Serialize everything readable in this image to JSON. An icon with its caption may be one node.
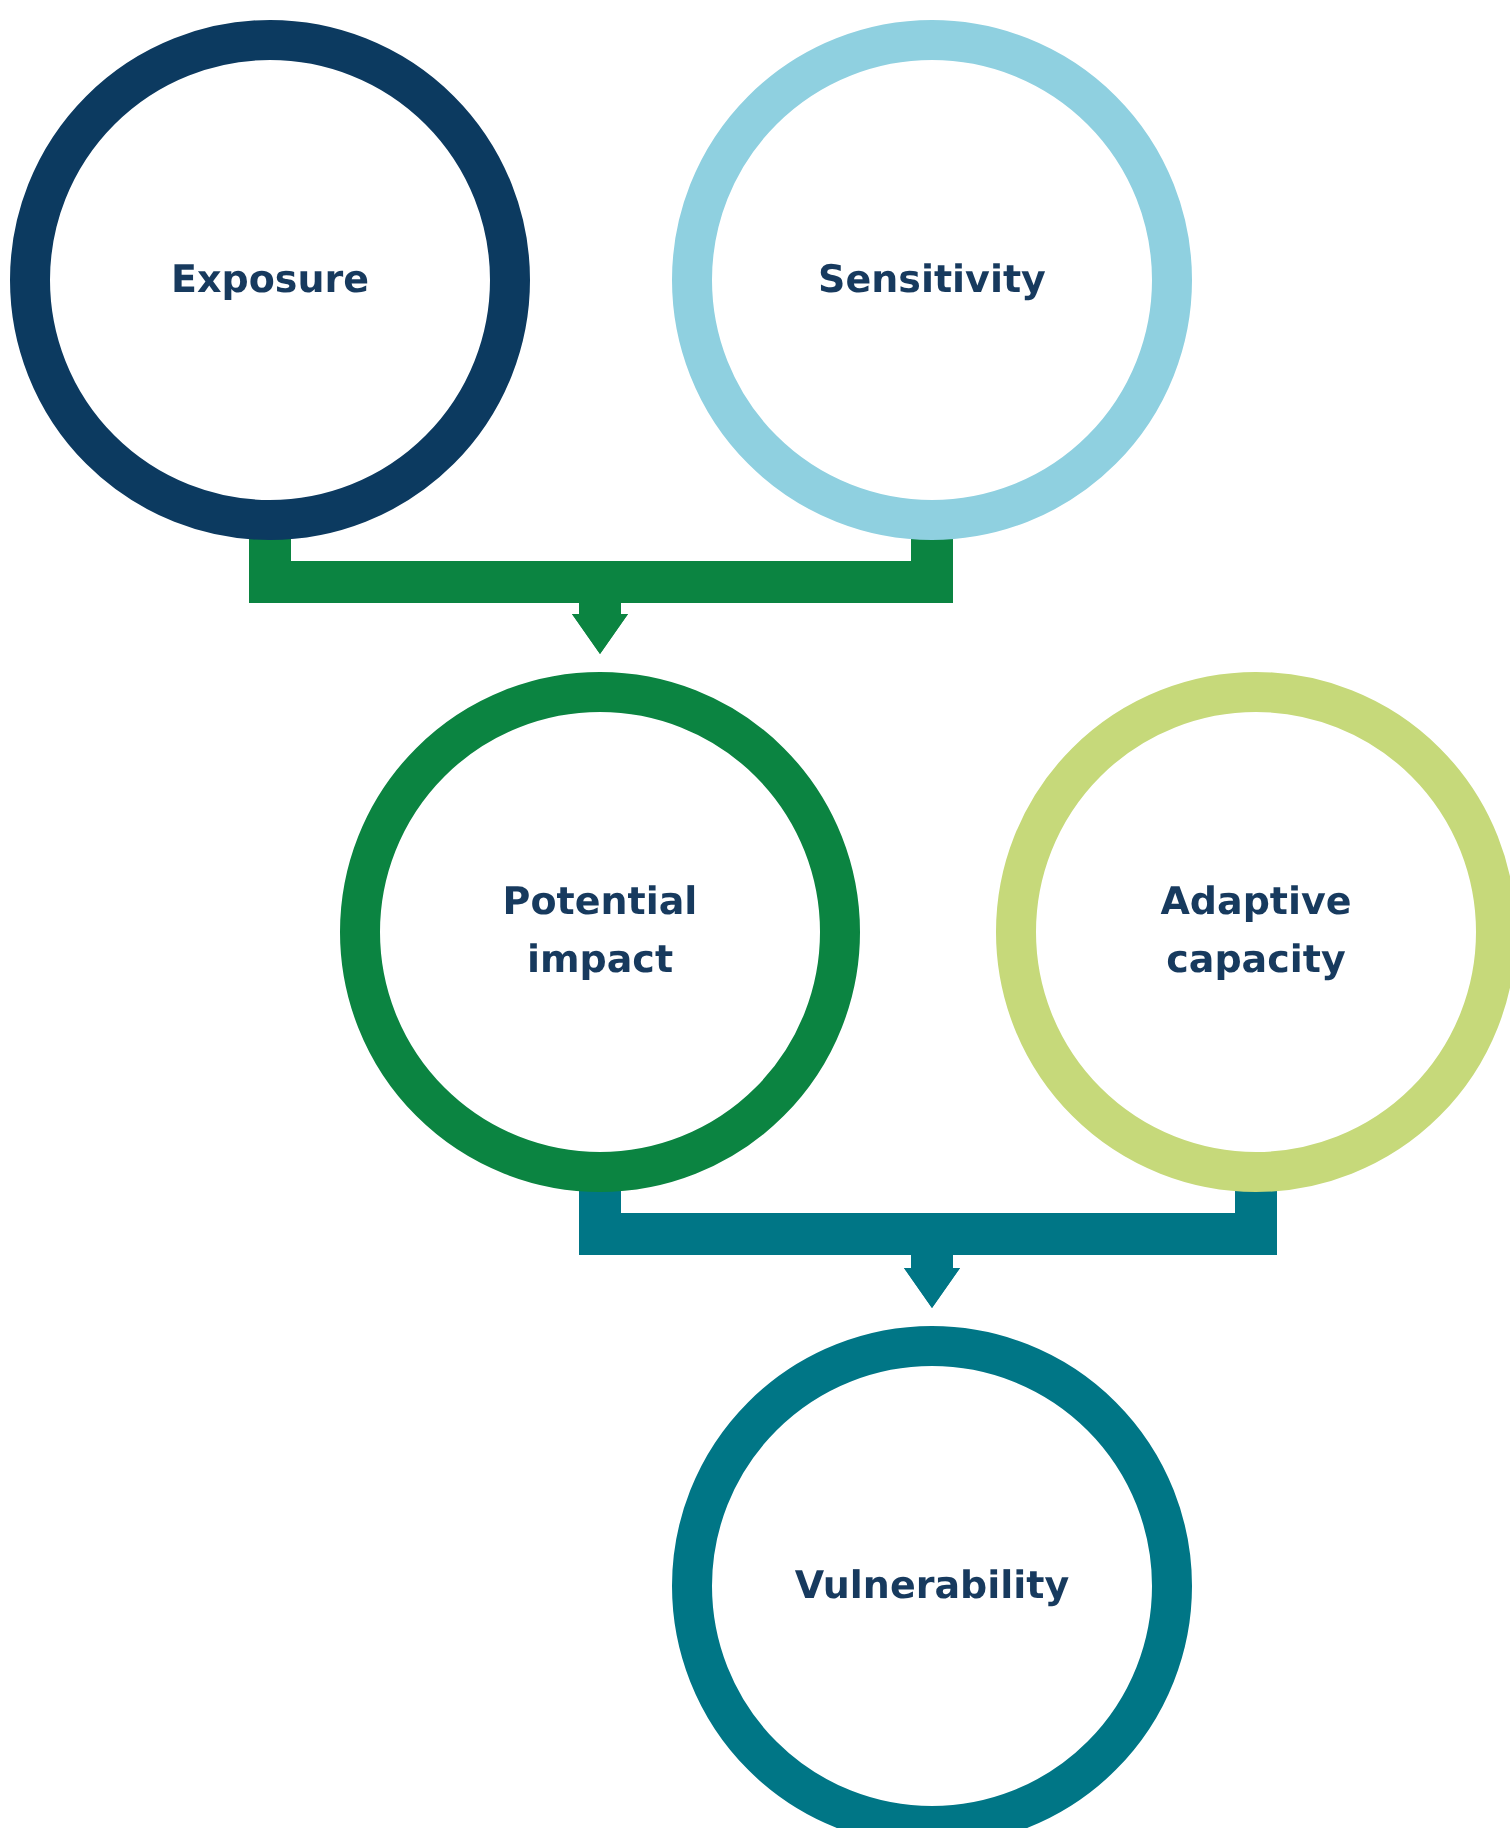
{
  "diagram": {
    "nodes": [
      {
        "text": [
          "Exposure"
        ]
      },
      {
        "text": [
          "Sensitivity"
        ]
      },
      {
        "text": [
          "Potential impact"
        ]
      },
      {
        "text": [
          "Adaptive capacity"
        ]
      },
      {
        "text": [
          "Vulnerability"
        ]
      }
    ],
    "edges": [
      {
        "from": 0,
        "to": 2,
        "arrow": "to",
        "color": "#0b8441"
      },
      {
        "from": 1,
        "to": 2,
        "arrow": "to",
        "color": "#0b8441"
      },
      {
        "from": 2,
        "to": 4,
        "arrow": "to",
        "color": "#007686"
      },
      {
        "from": 3,
        "to": 4,
        "arrow": "to",
        "color": "#007686"
      }
    ]
  }
}
